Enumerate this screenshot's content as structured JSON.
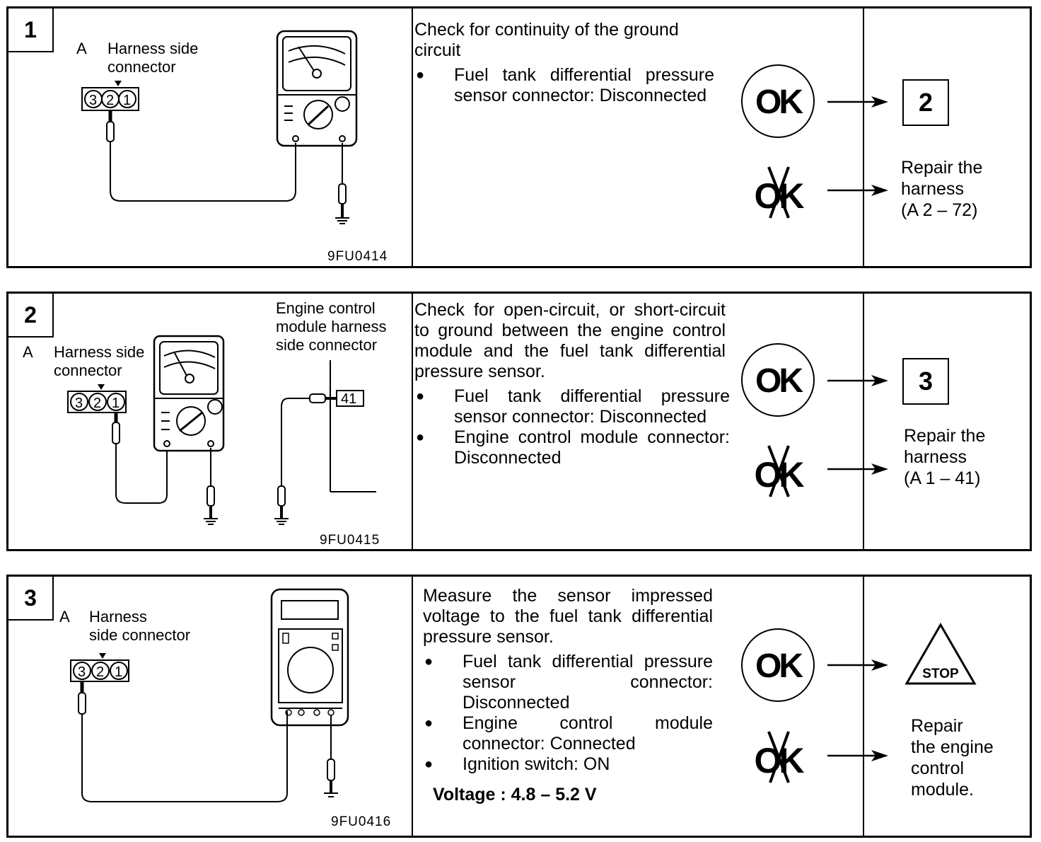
{
  "steps": [
    {
      "number": "1",
      "diagram": {
        "connector_label_prefix": "A",
        "connector_label": [
          "Harness   side",
          "connector"
        ],
        "pins": [
          "3",
          "2",
          "1"
        ],
        "probe_pin": "2",
        "figure_code": "9FU0414"
      },
      "description": {
        "title": "Check for continuity of the ground circuit",
        "conditions": [
          "Fuel tank differential pressure sensor connector: Disconnected"
        ]
      },
      "ok_label": "OK",
      "ng_label": "OK",
      "ok_result": "2",
      "ng_result": [
        "Repair the",
        "harness",
        "(A  2 – 72)"
      ]
    },
    {
      "number": "2",
      "diagram": {
        "connector_label_prefix": "A",
        "connector_label": [
          "Harness side",
          "connector"
        ],
        "ecm_label": [
          "Engine    control",
          "module harness",
          "side connector"
        ],
        "ecm_pin": "41",
        "pins": [
          "3",
          "2",
          "1"
        ],
        "probe_pin": "1",
        "figure_code": "9FU0415"
      },
      "description": {
        "title": "Check for open-circuit, or short-circuit to ground between the engine control module and the fuel tank differential pressure sensor.",
        "conditions": [
          "Fuel tank differential pressure sensor connector: Disconnected",
          "Engine control module connector: Disconnected"
        ]
      },
      "ok_label": "OK",
      "ng_label": "OK",
      "ok_result": "3",
      "ng_result": [
        "Repair the",
        "harness",
        "(A  1 – 41)"
      ]
    },
    {
      "number": "3",
      "diagram": {
        "connector_label_prefix": "A",
        "connector_label": [
          "Harness",
          "side connector"
        ],
        "pins": [
          "3",
          "2",
          "1"
        ],
        "probe_pin": "3",
        "figure_code": "9FU0416"
      },
      "description": {
        "title": "Measure the sensor impressed voltage to the fuel tank differential pressure sensor.",
        "conditions": [
          "Fuel tank differential pressure sensor connector: Disconnected",
          "Engine control module connector: Connected",
          "Ignition switch: ON"
        ],
        "spec": "Voltage : 4.8 – 5.2 V"
      },
      "ok_label": "OK",
      "ng_label": "OK",
      "ok_result_sign": "STOP",
      "ng_result": [
        "Repair",
        "the  engine",
        "control",
        "module."
      ]
    }
  ]
}
